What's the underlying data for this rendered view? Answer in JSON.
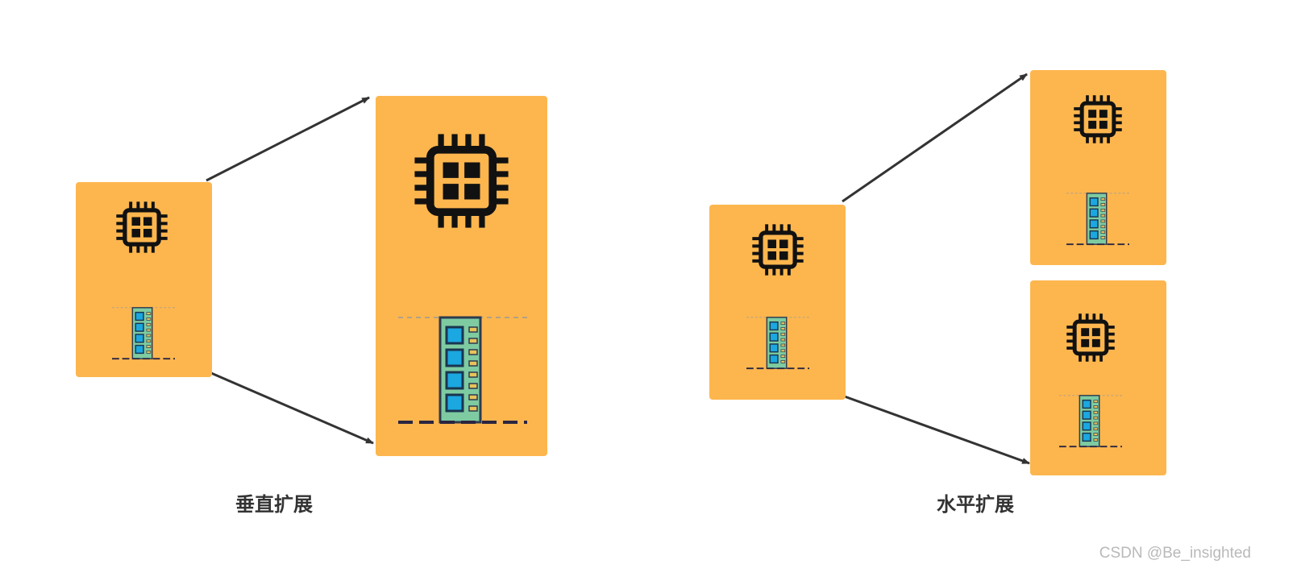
{
  "captions": {
    "vertical": "垂直扩展",
    "horizontal": "水平扩展"
  },
  "watermark": "CSDN @Be_insighted",
  "colors": {
    "server_fill": "#FDB64E",
    "arrow": "#333333",
    "cpu": "#111111",
    "ram_board": "#7ECBA1",
    "ram_chip": "#1BA7E0"
  },
  "icons": [
    "cpu-icon",
    "ram-icon"
  ]
}
